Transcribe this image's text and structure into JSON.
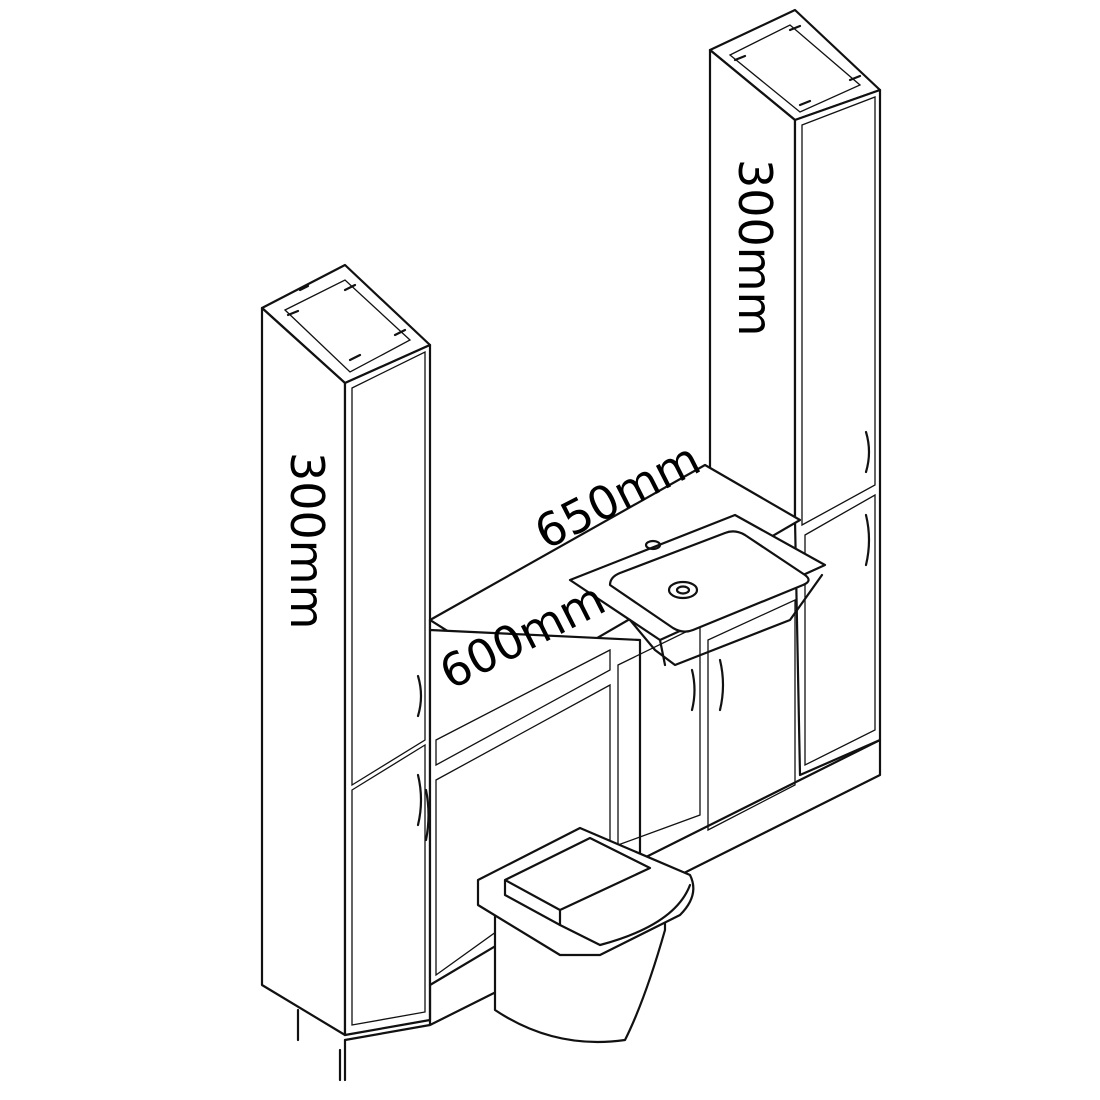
{
  "labels": {
    "left_tall_height": "300mm",
    "right_tall_height": "300mm",
    "counter_width": "650mm",
    "counter_depth": "600mm"
  }
}
